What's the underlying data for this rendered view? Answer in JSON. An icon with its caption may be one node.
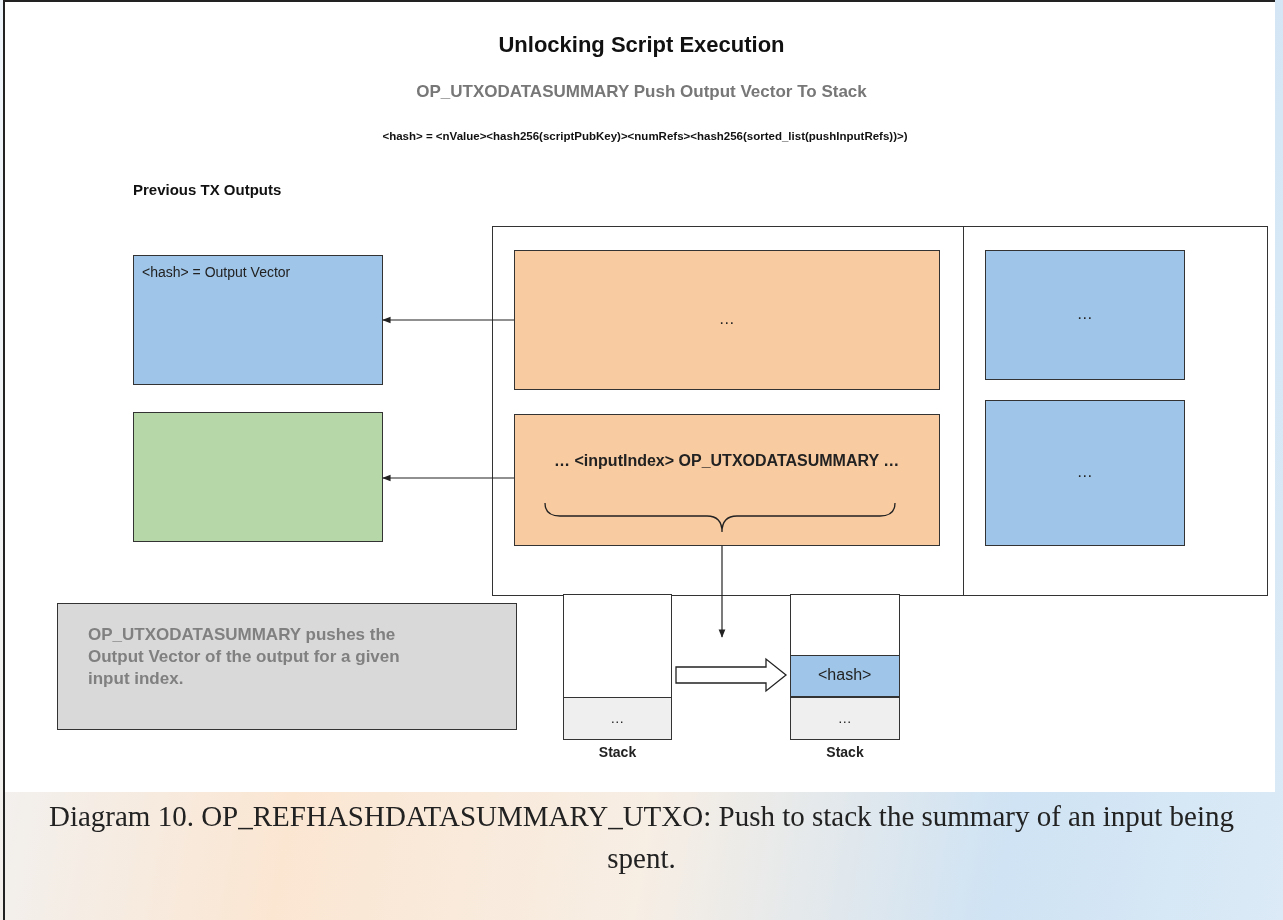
{
  "diagram": {
    "title": "Unlocking Script Execution",
    "caption": "Diagram 10. OP_REFHASHDATASUMMARY_UTXO: Push to stack the summary of an input being spent.",
    "nodes": [
      {
        "text": [],
        "shape": "box"
      },
      {
        "text": [
          "…"
        ],
        "in": 0
      },
      {
        "text": [
          "… <inputIndex> OP_UTXODATASUMMARY …"
        ],
        "in": 0
      },
      {
        "text": [
          "…"
        ],
        "in": 0
      },
      {
        "text": [
          "…"
        ],
        "in": 0
      },
      {
        "text": [
          "<hash> = Output Vector"
        ]
      },
      {
        "text": [],
        "shape": "box"
      },
      {
        "text": [
          "OP_UTXODATASUMMARY pushes the Output Vector of the output for a given input index."
        ]
      },
      {
        "text": [],
        "shape": "box",
        "beside": [
          "Stack"
        ]
      },
      {
        "text": [
          "…"
        ],
        "in": 8
      },
      {
        "text": [],
        "shape": "box",
        "beside": [
          "Stack"
        ]
      },
      {
        "text": [
          "<hash>"
        ],
        "in": 10
      },
      {
        "text": [
          "…"
        ],
        "in": 10
      }
    ],
    "edges": [
      {
        "from": 1,
        "to": 5,
        "arrow": "to"
      },
      {
        "from": 2,
        "to": 6,
        "arrow": "to"
      },
      {
        "from": 2,
        "to": null,
        "arrow": "to"
      },
      {
        "from": 8,
        "to": 10,
        "arrow": "to",
        "style": "thick"
      }
    ],
    "labels": [
      "OP_UTXODATASUMMARY Push Output Vector To Stack",
      "<hash> = <nValue><hash256(scriptPubKey)><numRefs><hash256(sorted_list(pushInputRefs))>)",
      "Previous TX Outputs"
    ]
  }
}
